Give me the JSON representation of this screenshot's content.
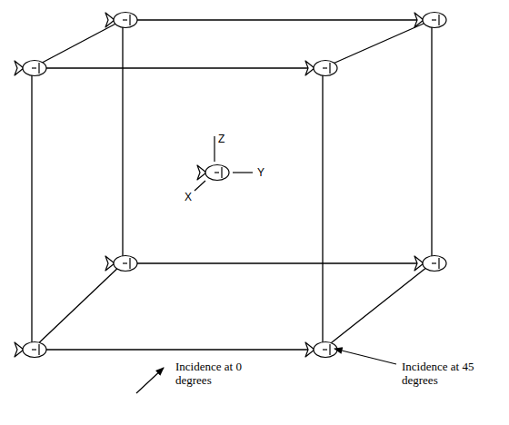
{
  "diagram": {
    "labels": [
      "Z",
      "Y",
      "X",
      "Incidence at 0 degrees",
      "Incidence at 45 degrees"
    ]
  }
}
